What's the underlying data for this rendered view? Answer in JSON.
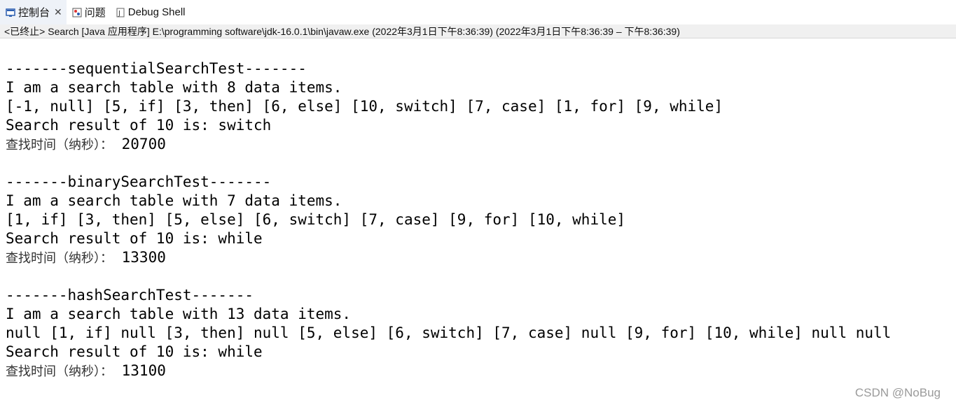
{
  "tabs": [
    {
      "label": "控制台",
      "icon": "console-icon",
      "active": true
    },
    {
      "label": "问题",
      "icon": "problems-icon"
    },
    {
      "label": "Debug Shell",
      "icon": "debug-shell-icon"
    }
  ],
  "status": "<已终止> Search [Java 应用程序] E:\\programming software\\jdk-16.0.1\\bin\\javaw.exe  (2022年3月1日下午8:36:39)  (2022年3月1日下午8:36:39 – 下午8:36:39)",
  "output": {
    "s1": {
      "header": "-------sequentialSearchTest-------",
      "summary": "I am a search table with 8 data items.",
      "items": "[-1, null] [5, if] [3, then] [6, else] [10, switch] [7, case] [1, for] [9, while]",
      "result": "Search result of 10 is: switch",
      "time_label": "查找时间（纳秒）：",
      "time_value": " 20700"
    },
    "s2": {
      "header": "-------binarySearchTest-------",
      "summary": "I am a search table with 7 data items.",
      "items": "[1, if] [3, then] [5, else] [6, switch] [7, case] [9, for] [10, while]",
      "result": "Search result of 10 is: while",
      "time_label": "查找时间（纳秒）：",
      "time_value": " 13300"
    },
    "s3": {
      "header": "-------hashSearchTest-------",
      "summary": "I am a search table with 13 data items.",
      "items": "null [1, if] null [3, then] null [5, else] [6, switch] [7, case] null [9, for] [10, while] null null",
      "result": "Search result of 10 is: while",
      "time_label": "查找时间（纳秒）：",
      "time_value": " 13100"
    }
  },
  "watermark": "CSDN @NoBug"
}
